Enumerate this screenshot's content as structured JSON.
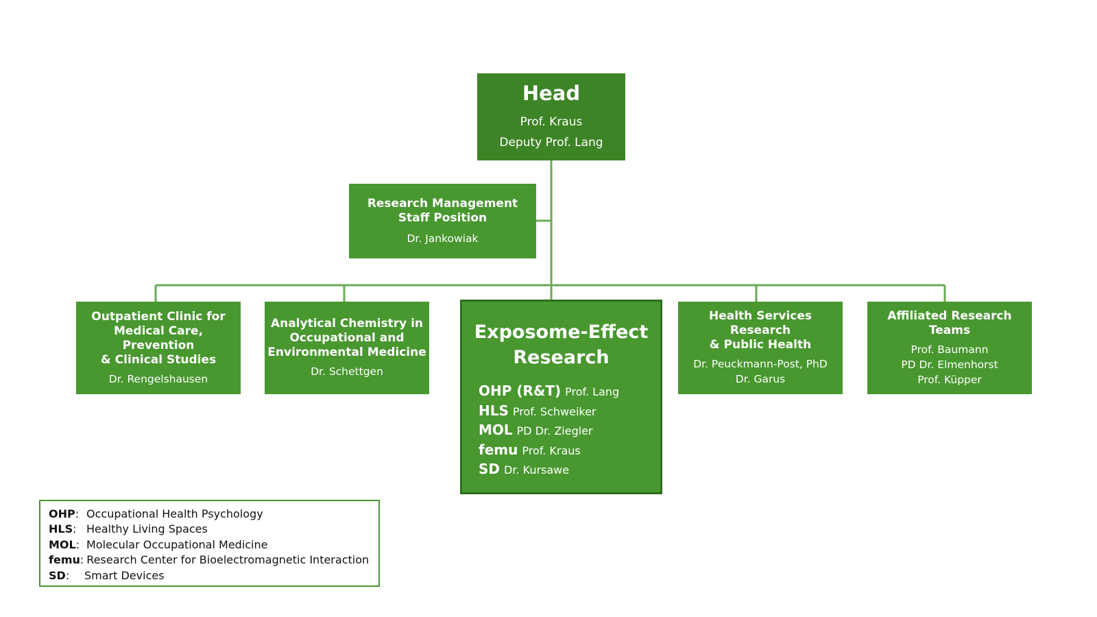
{
  "colors": {
    "box_fill": "#48972f",
    "head_fill": "#3d8426",
    "connector": "#6aaa55",
    "exposome_border": "#2d6f1d",
    "text_on_box": "#ffffff"
  },
  "head": {
    "title": "Head",
    "people": [
      "Prof. Kraus",
      "Deputy Prof. Lang"
    ]
  },
  "research_management": {
    "title_lines": [
      "Research Management",
      "Staff Position"
    ],
    "person": "Dr. Jankowiak"
  },
  "departments": {
    "outpatient": {
      "title_lines": [
        "Outpatient Clinic for",
        "Medical Care, Prevention",
        "& Clinical Studies"
      ],
      "person": "Dr. Rengelshausen"
    },
    "analytical": {
      "title_lines": [
        "Analytical Chemistry in",
        "Occupational and",
        "Environmental Medicine"
      ],
      "person": "Dr. Schettgen"
    },
    "exposome": {
      "title_lines": [
        "Exposome-Effect",
        "Research"
      ],
      "groups": [
        {
          "abbr": "OHP (R&T)",
          "lead": "Prof. Lang"
        },
        {
          "abbr": "HLS",
          "lead": "Prof. Schweiker"
        },
        {
          "abbr": "MOL",
          "lead": "PD Dr. Ziegler"
        },
        {
          "abbr": "femu",
          "lead": "Prof. Kraus"
        },
        {
          "abbr": "SD",
          "lead": "Dr. Kursawe"
        }
      ]
    },
    "hsr": {
      "title_lines": [
        "Health Services Research",
        "& Public Health"
      ],
      "people": [
        "Dr. Peuckmann-Post, PhD",
        "Dr. Garus"
      ]
    },
    "affiliated": {
      "title_lines": [
        "Affiliated Research",
        "Teams"
      ],
      "people": [
        "Prof. Baumann",
        "PD Dr. Elmenhorst",
        "Prof. Küpper"
      ]
    }
  },
  "legend": [
    {
      "abbr": "OHP",
      "sep": ":",
      "text": "Occupational Health Psychology"
    },
    {
      "abbr": "HLS",
      "sep": ":",
      "text": "Healthy Living Spaces"
    },
    {
      "abbr": "MOL",
      "sep": ":",
      "text": "Molecular Occupational Medicine"
    },
    {
      "abbr": "femu",
      "sep": ":",
      "text": "Research Center for Bioelectromagnetic Interaction"
    },
    {
      "abbr": "SD",
      "sep": ":",
      "text": "Smart Devices"
    }
  ]
}
